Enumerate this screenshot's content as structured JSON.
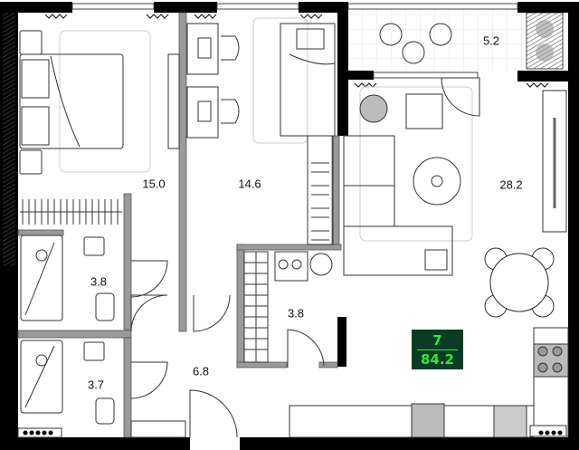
{
  "plan": {
    "type": "apartment-floor-plan",
    "colors": {
      "wall": "#000000",
      "partition": "#9a9a9a",
      "furniture_line": "#333333",
      "badge_bg": "#0b3b25",
      "badge_text": "#2ee83a"
    }
  },
  "rooms": [
    {
      "id": "bedroom-master",
      "area": "15.0"
    },
    {
      "id": "bedroom-kids",
      "area": "14.6"
    },
    {
      "id": "balcony",
      "area": "5.2"
    },
    {
      "id": "living-kitchen",
      "area": "28.2"
    },
    {
      "id": "bathroom-1",
      "area": "3.8"
    },
    {
      "id": "laundry-storage",
      "area": "3.8"
    },
    {
      "id": "bathroom-2",
      "area": "3.7"
    },
    {
      "id": "hallway",
      "area": "6.8"
    }
  ],
  "summary_badge": {
    "room_count": "7",
    "total_area": "84.2"
  }
}
